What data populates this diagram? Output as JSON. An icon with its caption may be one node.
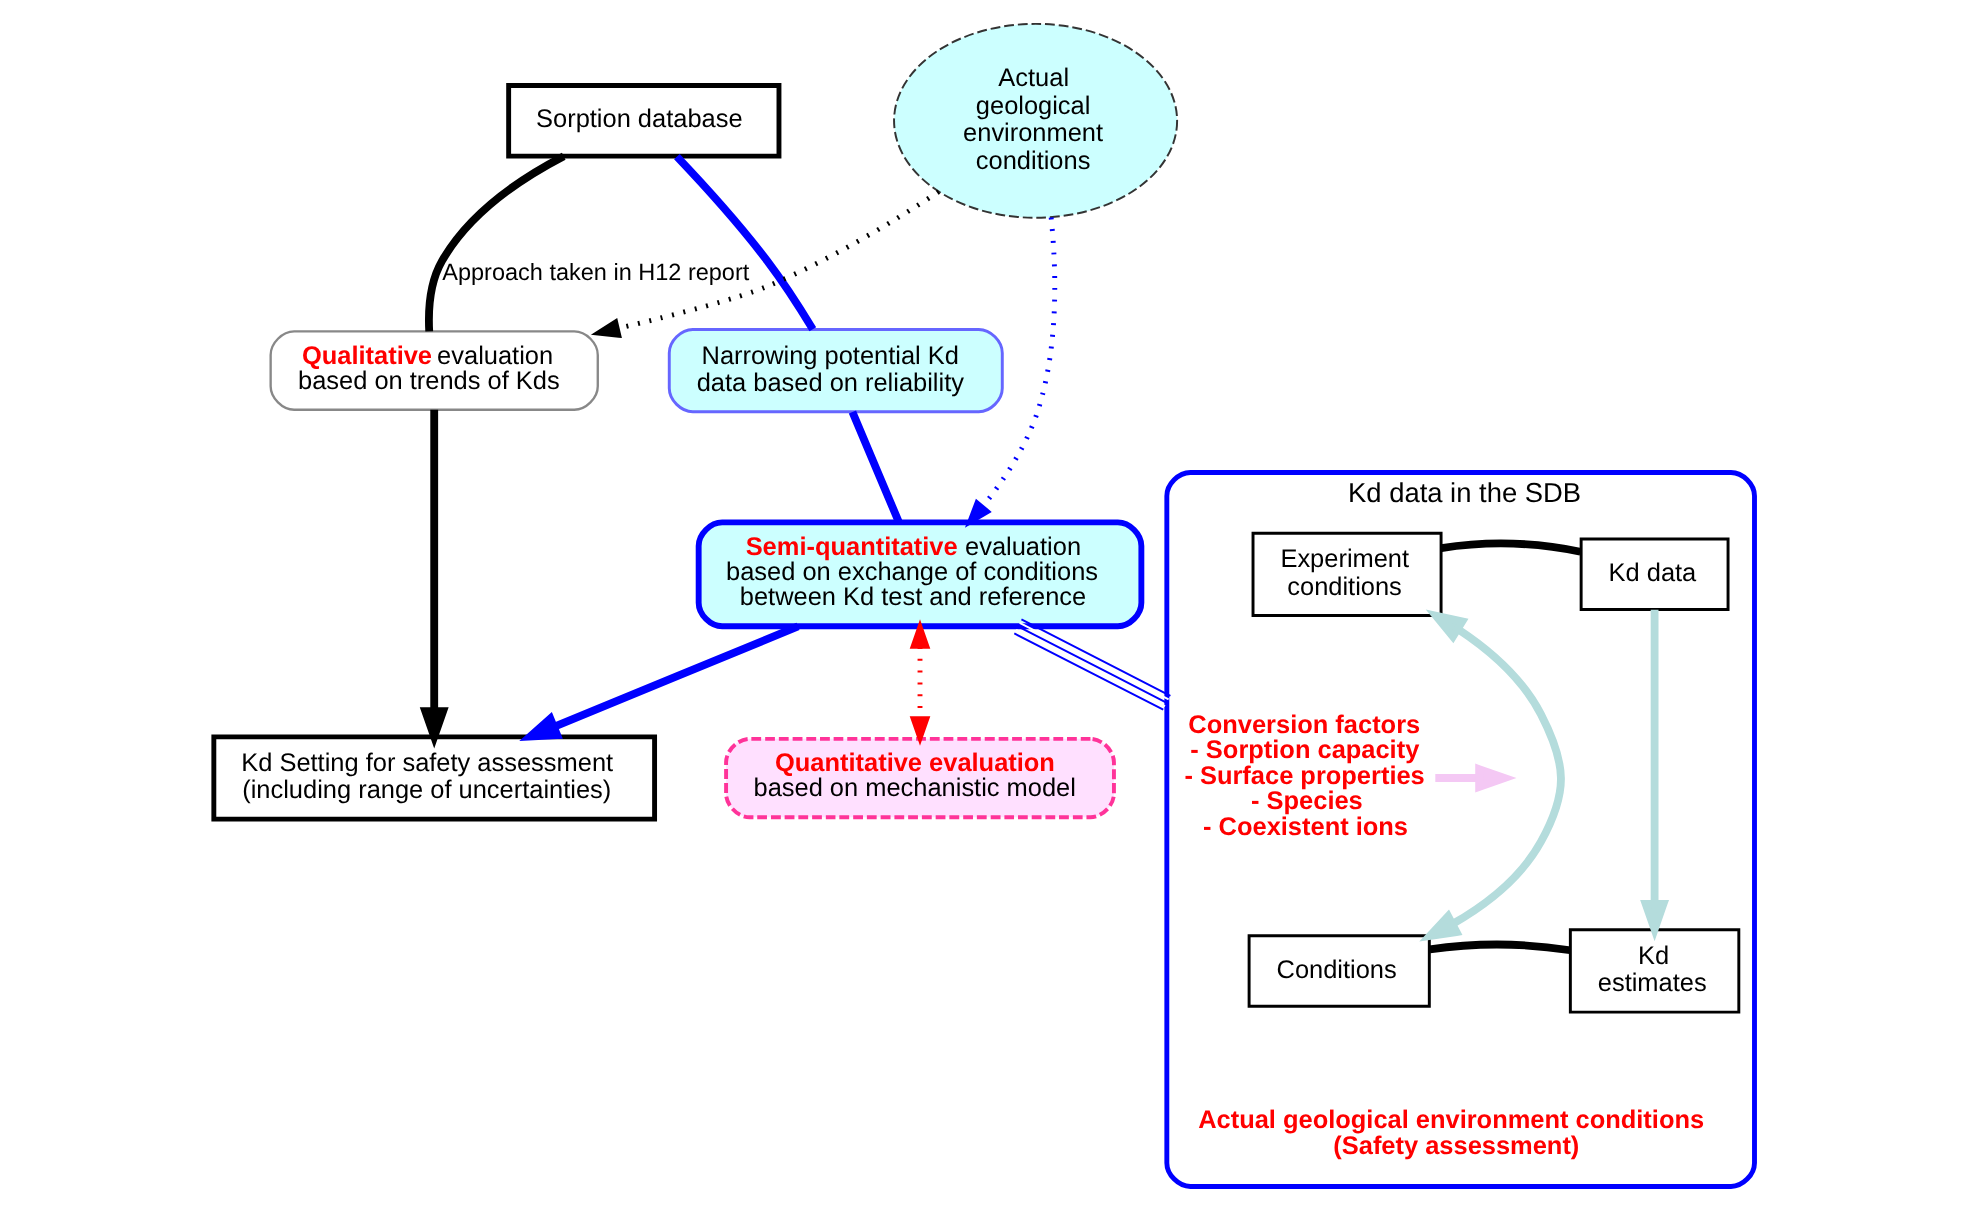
{
  "diagram": {
    "nodes": [
      {
        "text": [
          "Sorption database"
        ]
      },
      {
        "text": [
          "Actual geological environment conditions"
        ]
      },
      {
        "text": [
          "Kd data in the SDB",
          "Actual geological environment conditions (Safety assessment)"
        ]
      },
      {
        "text": [
          "Experiment conditions"
        ],
        "in": 2
      },
      {
        "text": [
          "Kd data"
        ],
        "in": 2
      },
      {
        "text": [
          "Conditions"
        ],
        "in": 2
      },
      {
        "text": [
          "Kd estimates"
        ],
        "in": 2
      },
      {
        "text": [
          "Conversion factors - Sorption capacity - Surface properties - Species - Coexistent ions"
        ],
        "in": 2
      },
      {
        "text": [
          "Narrowing potential Kd data based on reliability"
        ]
      },
      {
        "text": [
          "**Qualitative** evaluation based on trends of Kds"
        ]
      },
      {
        "text": [
          "**Semi-quantitative** evaluation based on exchange of conditions between Kd test and reference"
        ]
      },
      {
        "text": [
          "Kd Setting for safety assessment (including range of uncertainties)"
        ]
      },
      {
        "text": [
          "Quantitative evaluation",
          "based on mechanistic model"
        ]
      }
    ],
    "edges": [
      {
        "from": 0,
        "to": 9,
        "arrow": "none",
        "label": "Approach taken in H12 report"
      },
      {
        "from": 0,
        "to": 8,
        "arrow": "none",
        "color": "#0000ff"
      },
      {
        "from": 8,
        "to": 10,
        "arrow": "none",
        "color": "#0000ff"
      },
      {
        "from": 10,
        "to": 11,
        "arrow": "to",
        "color": "#0000ff"
      },
      {
        "from": 1,
        "to": 9,
        "arrow": "to",
        "style": "dashed"
      },
      {
        "from": 1,
        "to": 10,
        "arrow": "to",
        "style": "dashed",
        "color": "#0000ff"
      },
      {
        "from": 9,
        "to": 11,
        "arrow": "to"
      },
      {
        "from": 10,
        "to": 2,
        "arrow": "none",
        "color": "#0000ff"
      },
      {
        "from": 3,
        "to": 4,
        "arrow": "none"
      },
      {
        "from": 3,
        "to": 5,
        "arrow": "both",
        "color": "#b4dcdc"
      },
      {
        "from": 4,
        "to": 6,
        "arrow": "to",
        "color": "#b4dcdc"
      },
      {
        "from": 5,
        "to": 6,
        "arrow": "none"
      },
      {
        "from": 7,
        "to": null,
        "arrow": "to",
        "color": "#f4c8f4"
      },
      {
        "from": 10,
        "to": 12,
        "arrow": "both",
        "style": "dashed",
        "color": "#ff0000"
      }
    ]
  }
}
